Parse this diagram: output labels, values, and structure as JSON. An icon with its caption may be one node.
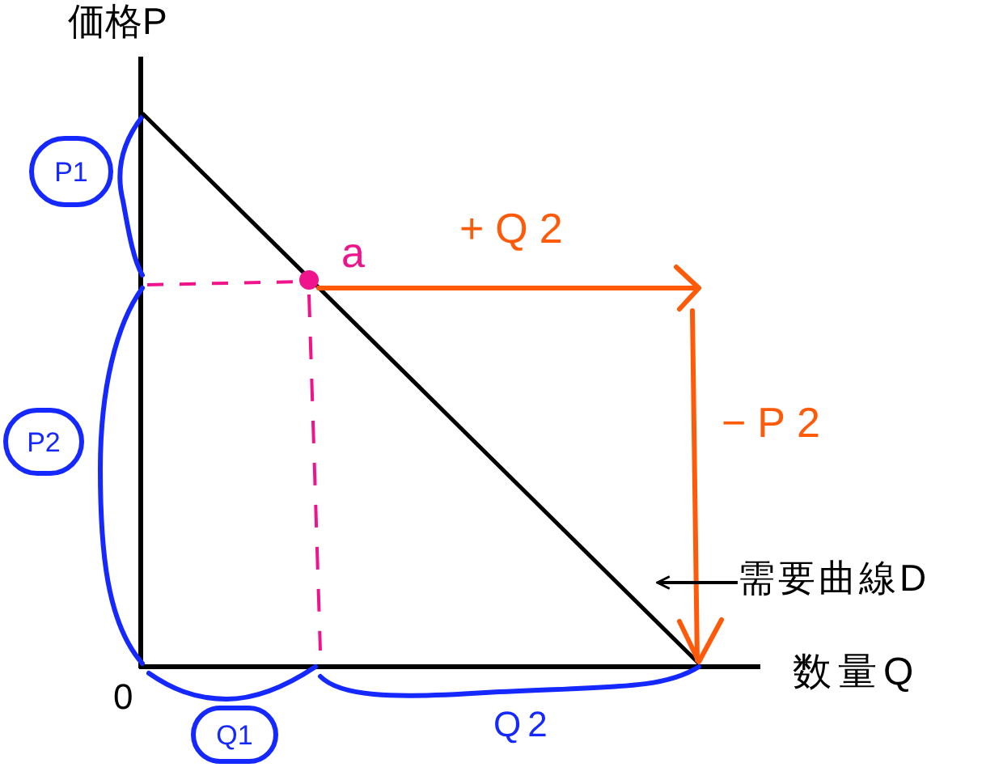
{
  "diagram": {
    "nodes": [
      {
        "text": [],
        "shape": "line"
      },
      {
        "text": [
          "P1"
        ]
      },
      {
        "text": [
          "P2"
        ]
      },
      {
        "text": [
          "需要曲線D"
        ]
      },
      {
        "text": [
          "Q1"
        ]
      }
    ],
    "edges": [
      {
        "from": 3,
        "to": 0,
        "arrow": "to"
      }
    ],
    "labels": [
      "価格P",
      "a",
      "+Q2",
      "−P2",
      "0",
      "数量Q",
      "Q2"
    ]
  }
}
